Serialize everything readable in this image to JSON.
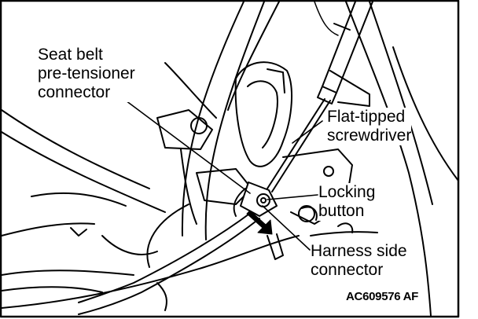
{
  "figure": {
    "callouts": {
      "seat_belt_connector": [
        "Seat belt",
        "pre-tensioner",
        "connector"
      ],
      "screwdriver": [
        "Flat-tipped",
        "screwdriver"
      ],
      "locking_button": [
        "Locking",
        "button"
      ],
      "harness_connector": [
        "Harness side",
        "connector"
      ]
    },
    "code": "AC609576 AF"
  }
}
